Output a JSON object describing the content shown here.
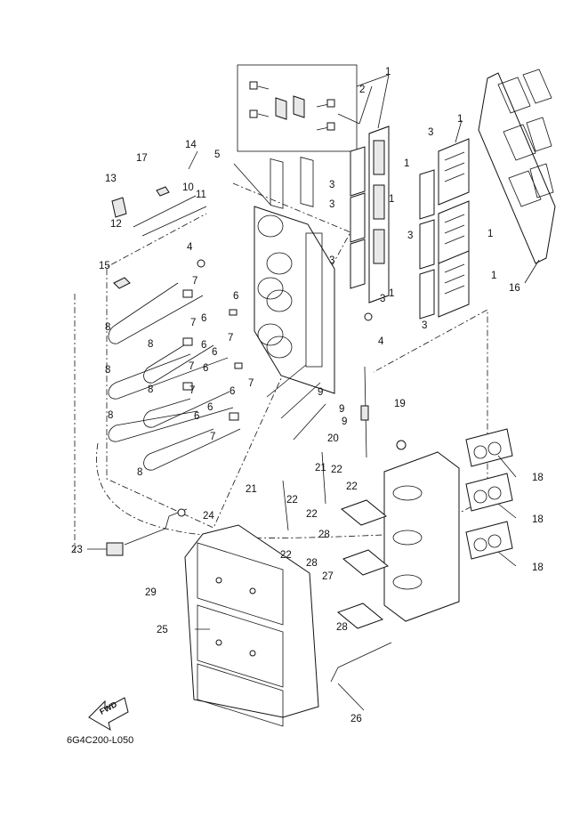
{
  "diagram_code": "6G4C200-L050",
  "fwd_label": "FWD",
  "callouts": [
    {
      "id": "c1a",
      "text": "1"
    },
    {
      "id": "c2",
      "text": "2"
    },
    {
      "id": "c1b",
      "text": "1"
    },
    {
      "id": "c1c",
      "text": "1"
    },
    {
      "id": "c1d",
      "text": "1"
    },
    {
      "id": "c1e",
      "text": "1"
    },
    {
      "id": "c1f",
      "text": "1"
    },
    {
      "id": "c1g",
      "text": "1"
    },
    {
      "id": "c3a",
      "text": "3"
    },
    {
      "id": "c3b",
      "text": "3"
    },
    {
      "id": "c3c",
      "text": "3"
    },
    {
      "id": "c3d",
      "text": "3"
    },
    {
      "id": "c3e",
      "text": "3"
    },
    {
      "id": "c3f",
      "text": "3"
    },
    {
      "id": "c3g",
      "text": "3"
    },
    {
      "id": "c4a",
      "text": "4"
    },
    {
      "id": "c4b",
      "text": "4"
    },
    {
      "id": "c5",
      "text": "5"
    },
    {
      "id": "c6a",
      "text": "6"
    },
    {
      "id": "c6b",
      "text": "6"
    },
    {
      "id": "c6c",
      "text": "6"
    },
    {
      "id": "c6d",
      "text": "6"
    },
    {
      "id": "c6e",
      "text": "6"
    },
    {
      "id": "c6f",
      "text": "6"
    },
    {
      "id": "c6g",
      "text": "6"
    },
    {
      "id": "c6h",
      "text": "6"
    },
    {
      "id": "c7a",
      "text": "7"
    },
    {
      "id": "c7b",
      "text": "7"
    },
    {
      "id": "c7c",
      "text": "7"
    },
    {
      "id": "c7d",
      "text": "7"
    },
    {
      "id": "c7e",
      "text": "7"
    },
    {
      "id": "c7f",
      "text": "7"
    },
    {
      "id": "c7g",
      "text": "7"
    },
    {
      "id": "c8a",
      "text": "8"
    },
    {
      "id": "c8b",
      "text": "8"
    },
    {
      "id": "c8c",
      "text": "8"
    },
    {
      "id": "c8d",
      "text": "8"
    },
    {
      "id": "c8e",
      "text": "8"
    },
    {
      "id": "c8f",
      "text": "8"
    },
    {
      "id": "c9a",
      "text": "9"
    },
    {
      "id": "c9b",
      "text": "9"
    },
    {
      "id": "c9c",
      "text": "9"
    },
    {
      "id": "c10",
      "text": "10"
    },
    {
      "id": "c11",
      "text": "11"
    },
    {
      "id": "c12",
      "text": "12"
    },
    {
      "id": "c13",
      "text": "13"
    },
    {
      "id": "c14",
      "text": "14"
    },
    {
      "id": "c15",
      "text": "15"
    },
    {
      "id": "c16",
      "text": "16"
    },
    {
      "id": "c17",
      "text": "17"
    },
    {
      "id": "c18a",
      "text": "18"
    },
    {
      "id": "c18b",
      "text": "18"
    },
    {
      "id": "c18c",
      "text": "18"
    },
    {
      "id": "c19",
      "text": "19"
    },
    {
      "id": "c20",
      "text": "20"
    },
    {
      "id": "c21a",
      "text": "21"
    },
    {
      "id": "c21b",
      "text": "21"
    },
    {
      "id": "c22a",
      "text": "22"
    },
    {
      "id": "c22b",
      "text": "22"
    },
    {
      "id": "c22c",
      "text": "22"
    },
    {
      "id": "c22d",
      "text": "22"
    },
    {
      "id": "c22e",
      "text": "22"
    },
    {
      "id": "c23",
      "text": "23"
    },
    {
      "id": "c24",
      "text": "24"
    },
    {
      "id": "c25",
      "text": "25"
    },
    {
      "id": "c26",
      "text": "26"
    },
    {
      "id": "c27",
      "text": "27"
    },
    {
      "id": "c28a",
      "text": "28"
    },
    {
      "id": "c28b",
      "text": "28"
    },
    {
      "id": "c28c",
      "text": "28"
    },
    {
      "id": "c29",
      "text": "29"
    }
  ]
}
